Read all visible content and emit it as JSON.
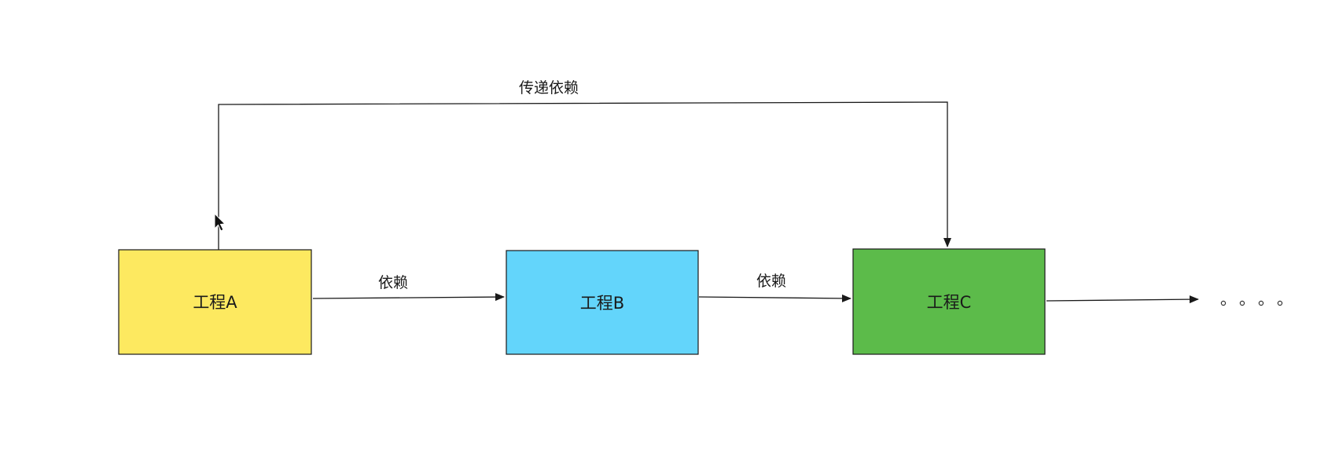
{
  "nodes": {
    "a": {
      "label": "工程A",
      "color": "#fde960"
    },
    "b": {
      "label": "工程B",
      "color": "#63d5fb"
    },
    "c": {
      "label": "工程C",
      "color": "#5cbb4a"
    }
  },
  "edges": {
    "a_to_b": {
      "label": "依赖"
    },
    "b_to_c": {
      "label": "依赖"
    },
    "a_to_c": {
      "label": "传递依赖"
    },
    "c_to_more": {
      "label": ""
    }
  },
  "continuation": {
    "dot_count": 4
  },
  "colors": {
    "stroke": "#1a1a1a",
    "background": "#ffffff"
  }
}
